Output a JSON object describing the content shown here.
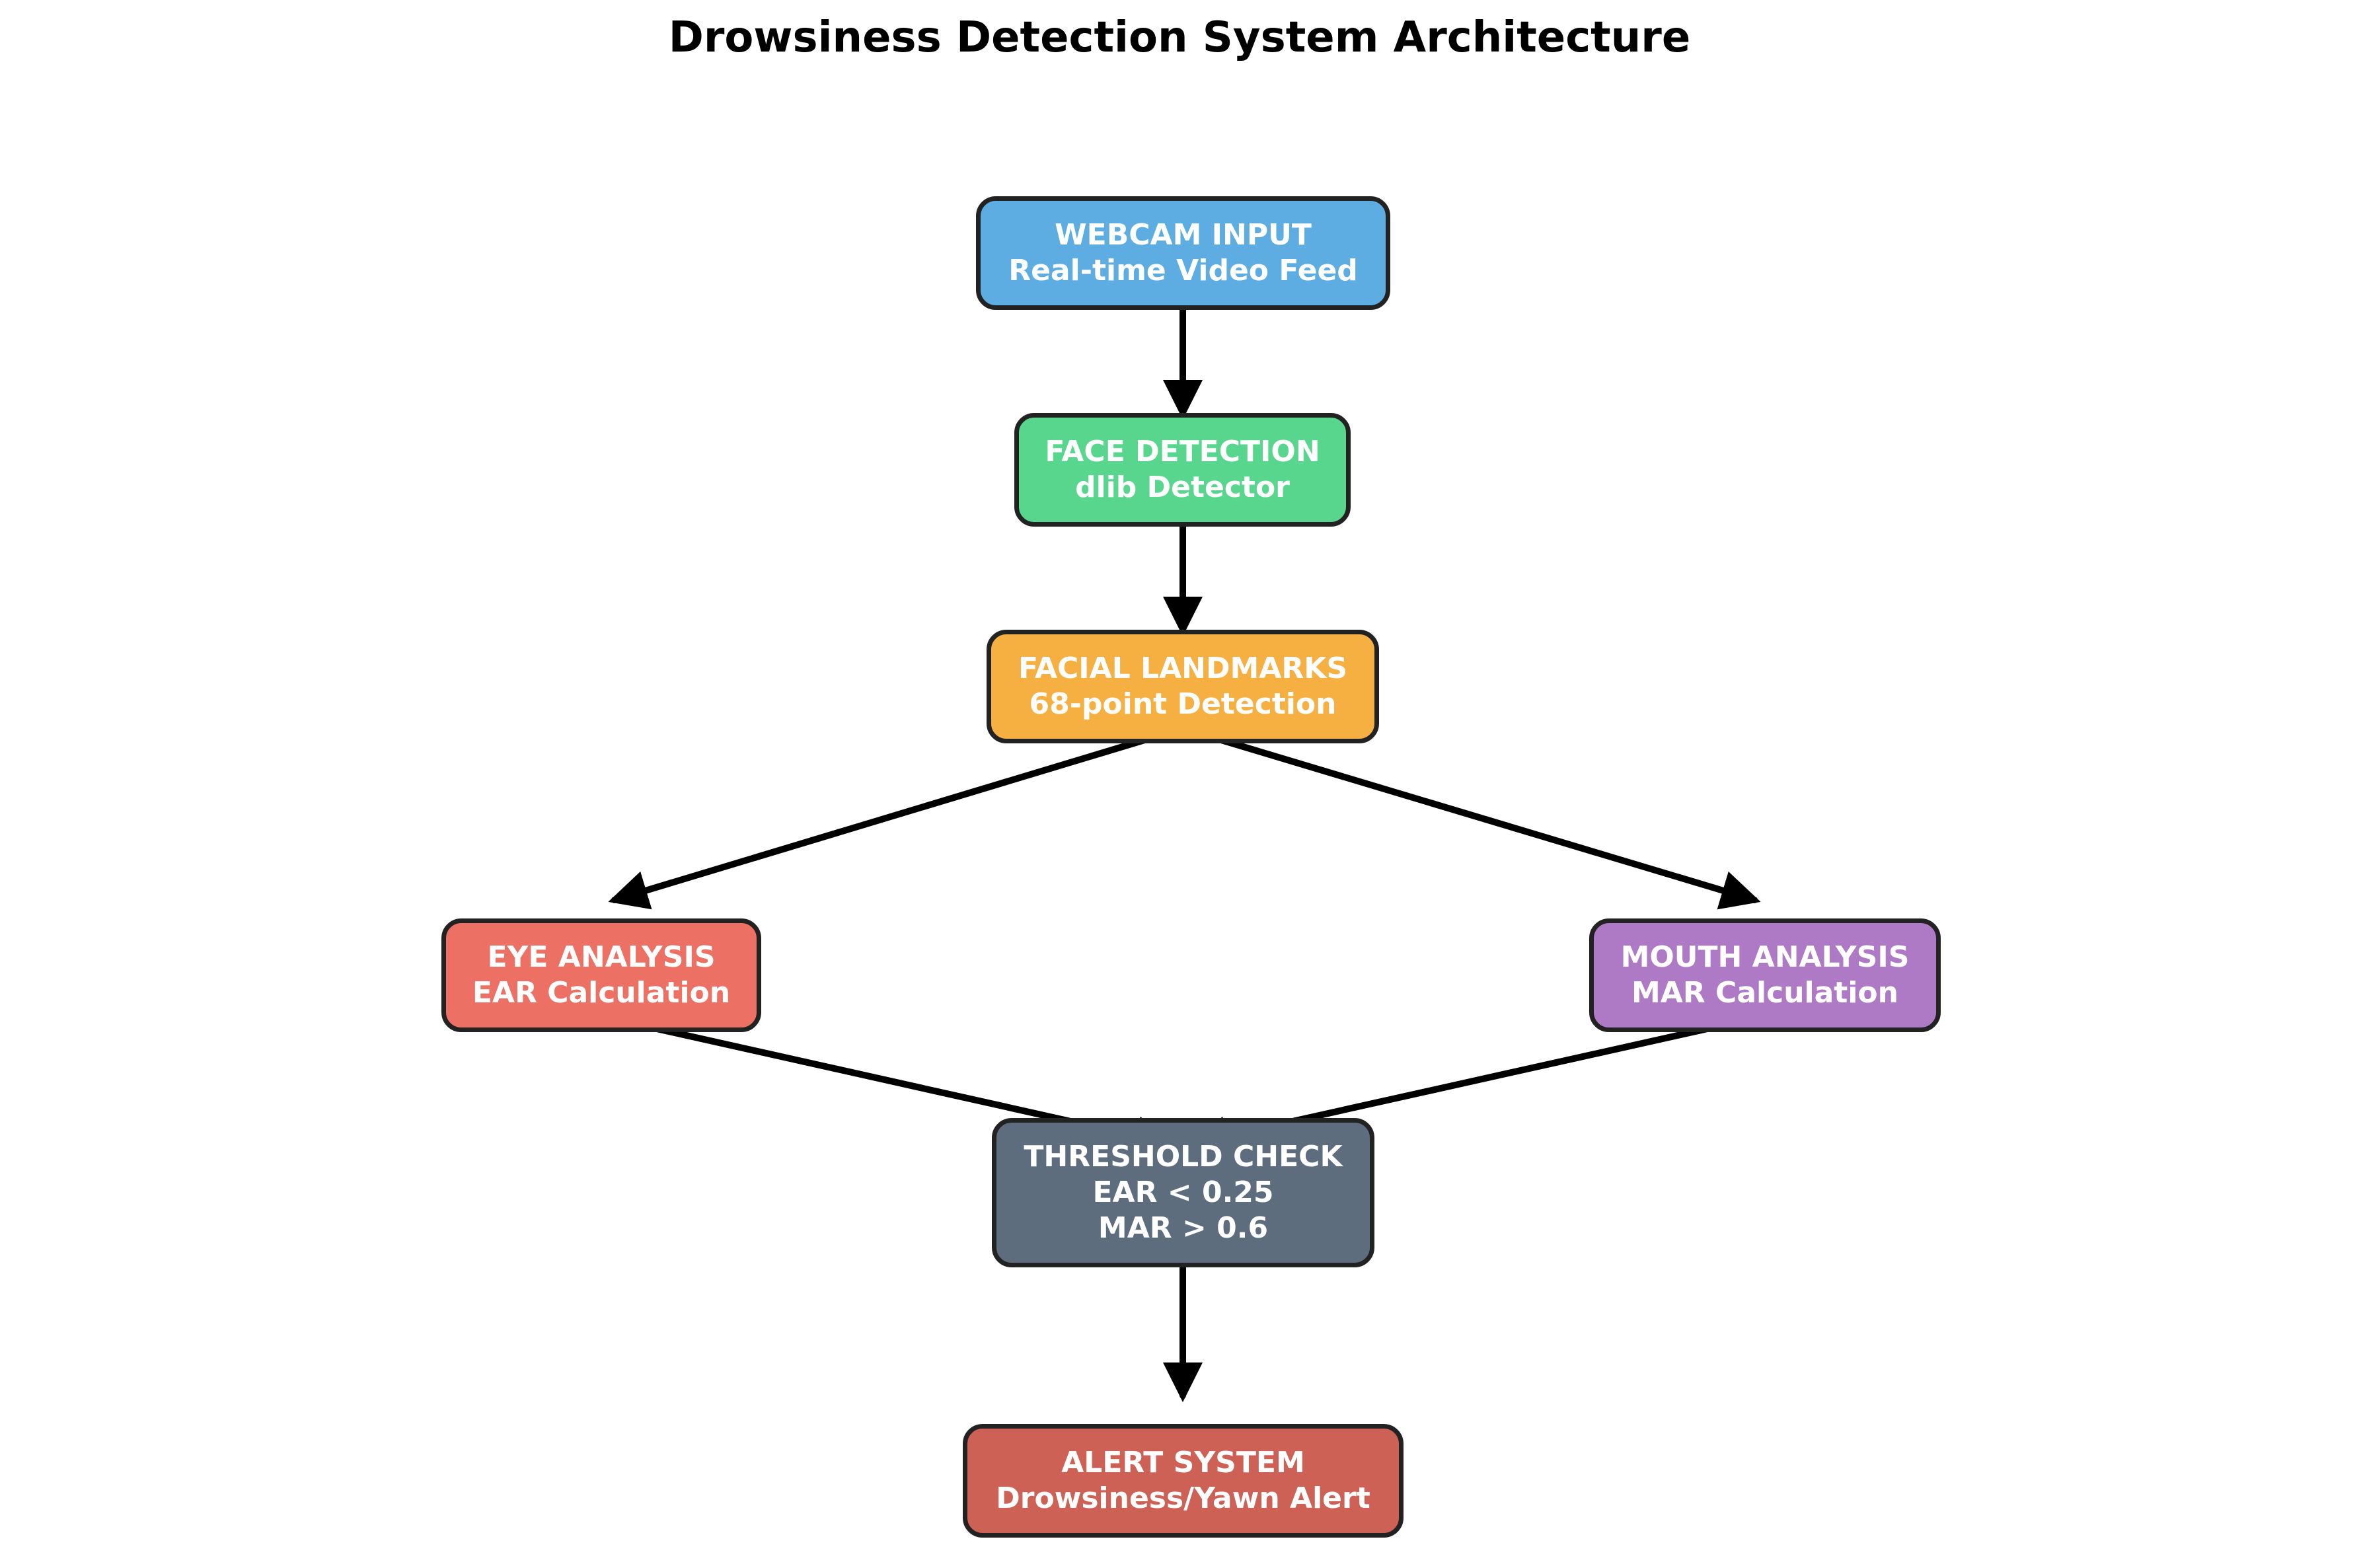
{
  "title": "Drowsiness Detection System Architecture",
  "nodes": {
    "webcam": {
      "lines": [
        "WEBCAM INPUT",
        "Real-time Video Feed"
      ],
      "color": "#5DADE2"
    },
    "face": {
      "lines": [
        "FACE DETECTION",
        "dlib Detector"
      ],
      "color": "#58D68D"
    },
    "landmarks": {
      "lines": [
        "FACIAL LANDMARKS",
        "68-point Detection"
      ],
      "color": "#F5B041"
    },
    "eye": {
      "lines": [
        "EYE ANALYSIS",
        "EAR Calculation"
      ],
      "color": "#EC7063"
    },
    "mouth": {
      "lines": [
        "MOUTH ANALYSIS",
        "MAR Calculation"
      ],
      "color": "#AF7AC5"
    },
    "threshold": {
      "lines": [
        "THRESHOLD CHECK",
        "EAR < 0.25",
        "MAR > 0.6"
      ],
      "color": "#5D6D7E"
    },
    "alert": {
      "lines": [
        "ALERT SYSTEM",
        "Drowsiness/Yawn Alert"
      ],
      "color": "#CD6155"
    }
  },
  "edges": [
    {
      "from": "webcam",
      "to": "face"
    },
    {
      "from": "face",
      "to": "landmarks"
    },
    {
      "from": "landmarks",
      "to": "eye"
    },
    {
      "from": "landmarks",
      "to": "mouth"
    },
    {
      "from": "eye",
      "to": "threshold"
    },
    {
      "from": "mouth",
      "to": "threshold"
    },
    {
      "from": "threshold",
      "to": "alert"
    }
  ]
}
